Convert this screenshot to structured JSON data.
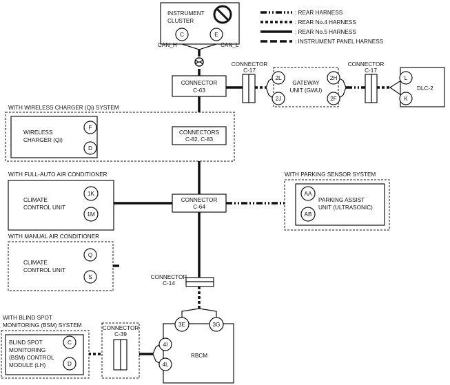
{
  "legend": [
    {
      "style": "rear",
      "label": ": REAR HARNESS"
    },
    {
      "style": "no4",
      "label": ": REAR No.4 HARNESS"
    },
    {
      "style": "no5",
      "label": ": REAR No.5 HARNESS"
    },
    {
      "style": "ip",
      "label": ": INSTRUMENT PANEL HARNESS"
    }
  ],
  "instrument_cluster": {
    "line1": "INSTRUMENT",
    "line2": "CLUSTER",
    "pin_c": "C",
    "pin_e": "E",
    "can_h": "CAN_H",
    "can_l": "CAN_L"
  },
  "connector_c63": {
    "line1": "CONNECTOR",
    "line2": "C-63"
  },
  "connector_c17_left": {
    "line1": "CONNECTOR",
    "line2": "C-17"
  },
  "connector_c17_right": {
    "line1": "CONNECTOR",
    "line2": "C-17"
  },
  "gateway": {
    "line1": "GATEWAY",
    "line2": "UNIT (GWU)",
    "pin_2l": "2L",
    "pin_2j": "2J",
    "pin_2h": "2H",
    "pin_2f": "2F"
  },
  "dlc": {
    "label": "DLC-2",
    "pin_l": "L",
    "pin_k": "K"
  },
  "wireless_group": {
    "title": "WITH WIRELESS CHARGER (Qi) SYSTEM",
    "line1": "WIRELESS",
    "line2": "CHARGER (Qi)",
    "pin_f": "F",
    "pin_d": "D"
  },
  "connector_c82": {
    "line1": "CONNECTORS",
    "line2": "C-82, C-83"
  },
  "auto_ac_group": {
    "title": "WITH FULL-AUTO AIR CONDITIONER",
    "line1": "CLIMATE",
    "line2": "CONTROL UNIT",
    "pin_1k": "1K",
    "pin_1m": "1M"
  },
  "connector_c64": {
    "line1": "CONNECTOR",
    "line2": "C-64"
  },
  "parking_group": {
    "title": "WITH PARKING SENSOR SYSTEM",
    "line1": "PARKING ASSIST",
    "line2": "UNIT (ULTRASONIC)",
    "pin_aa": "AA",
    "pin_ab": "AB"
  },
  "manual_ac_group": {
    "title": "WITH MANUAL AIR CONDITIONER",
    "line1": "CLIMATE",
    "line2": "CONTROL UNIT",
    "pin_q": "Q",
    "pin_s": "S"
  },
  "connector_c14": {
    "line1": "CONNECTOR",
    "line2": "C-14"
  },
  "bsm_group": {
    "title_line1": "WITH BLIND SPOT",
    "title_line2": "MONITORING (BSM) SYSTEM",
    "line1": "BLIND SPOT",
    "line2": "MONITORING",
    "line3": "(BSM) CONTROL",
    "line4": "MODULE (LH)",
    "pin_c": "C",
    "pin_d": "D"
  },
  "connector_c39": {
    "line1": "CONNECTOR",
    "line2": "C-39"
  },
  "rbcm": {
    "label": "RBCM",
    "pin_3e": "3E",
    "pin_3g": "3G",
    "pin_4i": "4I",
    "pin_4l": "4L"
  }
}
